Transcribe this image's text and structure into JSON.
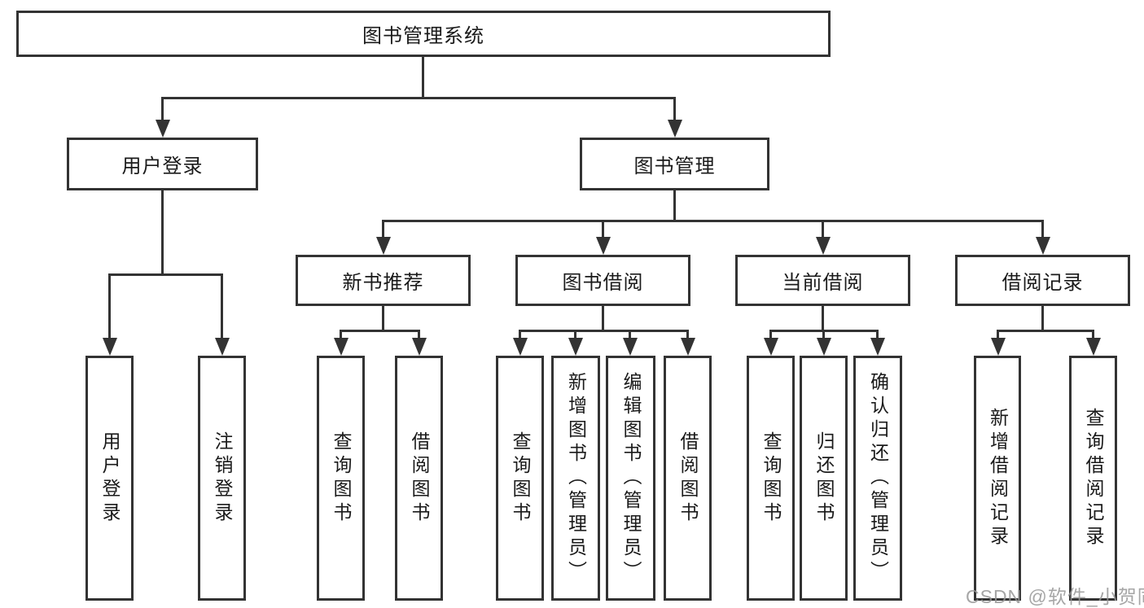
{
  "diagram": {
    "tree": {
      "label": "图书管理系统",
      "children": [
        {
          "label": "用户登录",
          "children": [
            {
              "label": "用户登录"
            },
            {
              "label": "注销登录"
            }
          ]
        },
        {
          "label": "图书管理",
          "children": [
            {
              "label": "新书推荐",
              "children": [
                {
                  "label": "查询图书"
                },
                {
                  "label": "借阅图书"
                }
              ]
            },
            {
              "label": "图书借阅",
              "children": [
                {
                  "label": "查询图书"
                },
                {
                  "label": "新增图书（管理员）"
                },
                {
                  "label": "编辑图书（管理员）"
                },
                {
                  "label": "借阅图书"
                }
              ]
            },
            {
              "label": "当前借阅",
              "children": [
                {
                  "label": "查询图书"
                },
                {
                  "label": "归还图书"
                },
                {
                  "label": "确认归还（管理员）"
                }
              ]
            },
            {
              "label": "借阅记录",
              "children": [
                {
                  "label": "新增借阅记录"
                },
                {
                  "label": "查询借阅记录"
                }
              ]
            }
          ]
        }
      ]
    },
    "colors": {
      "line": "#333333",
      "box_background": "#ffffff",
      "text": "#1a1a1a",
      "watermark": "#969696",
      "page_background": "#ffffff"
    }
  },
  "watermark": {
    "text": "CSDN @软件_小贺同学"
  }
}
